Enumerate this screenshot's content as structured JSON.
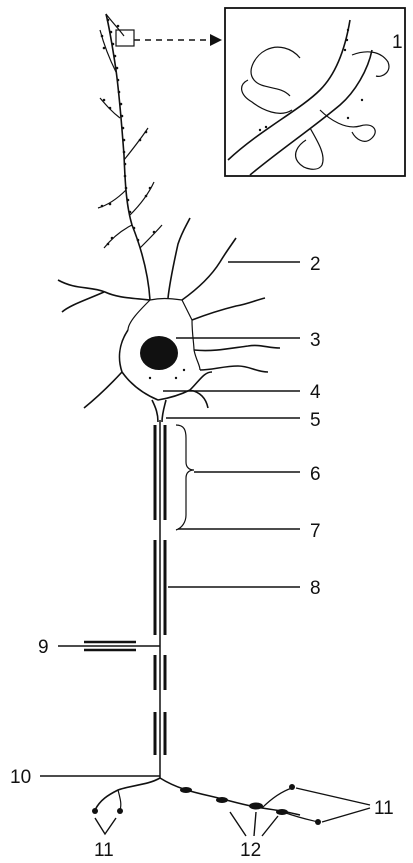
{
  "labels": {
    "l1": "1",
    "l2": "2",
    "l3": "3",
    "l4": "4",
    "l5": "5",
    "l6": "6",
    "l7": "7",
    "l8": "8",
    "l9": "9",
    "l10": "10",
    "l11_left": "11",
    "l11_right": "11",
    "l12": "12"
  }
}
